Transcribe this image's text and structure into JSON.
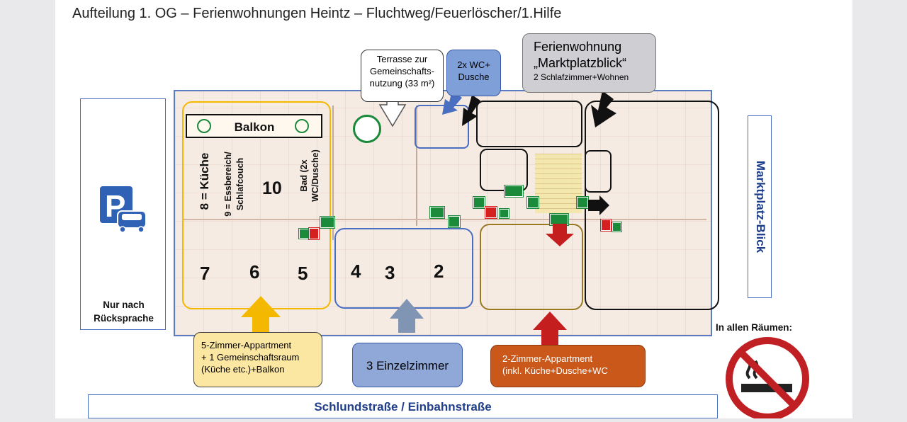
{
  "title": "Aufteilung 1. OG – Ferienwohnungen Heintz – Fluchtweg/Feuerlöscher/1.Hilfe",
  "parking": {
    "icon": "parking-icon",
    "note_line1": "Nur nach",
    "note_line2": "Rücksprache"
  },
  "balcony": {
    "label": "Balkon"
  },
  "rooms": {
    "r8": "8 = Küche",
    "r9a": "9 = Essbereich/",
    "r9b": "Schlafcouch",
    "r10": "10",
    "bad_a": "Bad (2x",
    "bad_b": "WC/Dusche)",
    "r7": "7",
    "r6": "6",
    "r5": "5",
    "r4": "4",
    "r3": "3",
    "r2": "2"
  },
  "callouts": {
    "terrace": [
      "Terrasse zur",
      "Gemeinschafts-",
      "nutzung (33 m²)"
    ],
    "wc": [
      "2x WC+",
      "Dusche"
    ],
    "fewo_line1": "Ferienwohnung",
    "fewo_line2": "„Marktplatzblick“",
    "fewo_line3": "2 Schlafzimmer+Wohnen",
    "apt5": [
      "5-Zimmer-Appartment",
      "+ 1 Gemeinschaftsraum",
      "(Küche etc.)+Balkon"
    ],
    "single": "3 Einzelzimmer",
    "apt2": [
      "2-Zimmer-Appartment",
      "(inkl. Küche+Dusche+WC"
    ]
  },
  "side_label": "Marktplatz-Blick",
  "no_smoking": {
    "caption": "In allen Räumen:",
    "icon": "no-smoking-icon"
  },
  "street": "Schlundstraße / Einbahnstraße",
  "colors": {
    "blue": "#4a6fc0",
    "yellow": "#f5b800",
    "brown": "#9a7a20",
    "orange_callout": "#c9581a",
    "yellow_callout": "#fbe6a2",
    "blue_callout": "#8fa8d8",
    "grey_callout": "#cfcfd3",
    "red_arrow": "#c41e1e"
  }
}
